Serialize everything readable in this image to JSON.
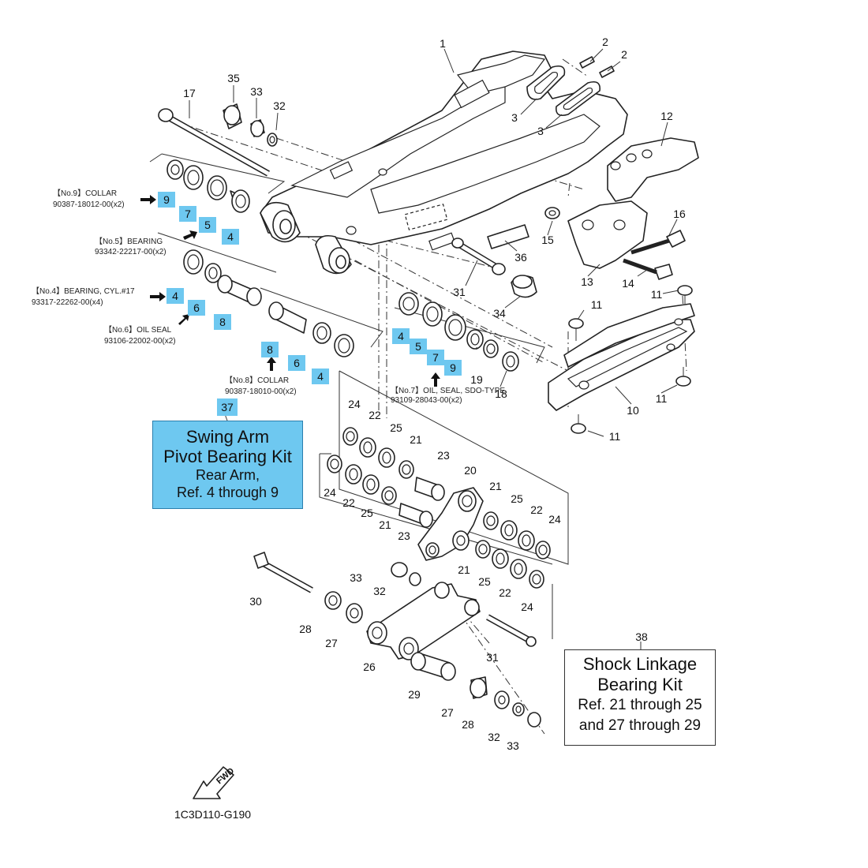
{
  "diagram_code": "1C3D110-G190",
  "fwd_label": "FWD",
  "swing_arm_kit": {
    "ref": "37",
    "line1": "Swing Arm",
    "line2": "Pivot Bearing Kit",
    "line3": "Rear Arm,",
    "line4": "Ref. 4 through 9"
  },
  "shock_linkage_kit": {
    "ref": "38",
    "line1": "Shock Linkage",
    "line2": "Bearing Kit",
    "line3": "Ref.  21 through 25",
    "line4": "and 27 through 29"
  },
  "callouts": [
    {
      "id": "no9",
      "tag": "【No.9】COLLAR",
      "part_no": "90387-18012-00(x2)"
    },
    {
      "id": "no5",
      "tag": "【No.5】BEARING",
      "part_no": "93342-22217-00(x2)"
    },
    {
      "id": "no4",
      "tag": "【No.4】BEARING, CYL.#17",
      "part_no": "93317-22262-00(x4)"
    },
    {
      "id": "no6",
      "tag": "【No.6】OIL SEAL",
      "part_no": "93106-22002-00(x2)"
    },
    {
      "id": "no8",
      "tag": "【No.8】COLLAR",
      "part_no": "90387-18010-00(x2)"
    },
    {
      "id": "no7",
      "tag": "【No.7】OIL, SEAL, SDO-TYPE",
      "part_no": "93109-28043-00(x2)"
    }
  ],
  "highlighted_refs": [
    "9",
    "7",
    "5",
    "4",
    "4",
    "6",
    "8",
    "8",
    "6",
    "4",
    "4",
    "5",
    "7",
    "9"
  ],
  "part_refs": [
    "1",
    "2",
    "2",
    "3",
    "3",
    "12",
    "17",
    "35",
    "33",
    "32",
    "11",
    "15",
    "16",
    "36",
    "31",
    "13",
    "14",
    "11",
    "34",
    "10",
    "11",
    "11",
    "19",
    "18",
    "24",
    "22",
    "25",
    "21",
    "23",
    "20",
    "24",
    "22",
    "25",
    "21",
    "23",
    "21",
    "25",
    "22",
    "24",
    "21",
    "25",
    "22",
    "24",
    "33",
    "32",
    "30",
    "28",
    "27",
    "26",
    "31",
    "29",
    "27",
    "28",
    "32",
    "33"
  ]
}
